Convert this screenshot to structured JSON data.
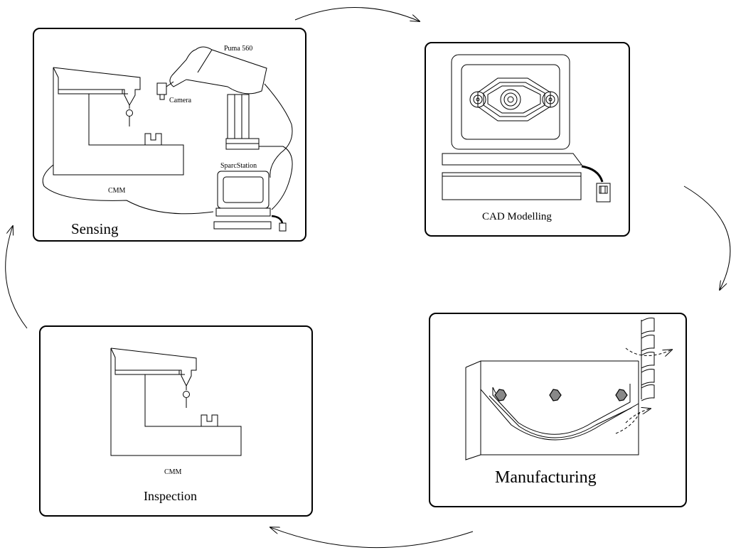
{
  "stages": {
    "sensing": {
      "caption": "Sensing",
      "labels": {
        "robot": "Puma 560",
        "camera": "Camera",
        "workstation": "SparcStation",
        "cmm": "CMM"
      }
    },
    "cad": {
      "caption": "CAD Modelling"
    },
    "manufacturing": {
      "caption": "Manufacturing"
    },
    "inspection": {
      "caption": "Inspection",
      "labels": {
        "cmm": "CMM"
      }
    }
  },
  "icons": [
    "cmm-machine-icon",
    "puma-robot-icon",
    "camera-icon",
    "workstation-icon",
    "cad-monitor-icon",
    "mouse-icon",
    "milling-cutter-icon",
    "hex-nut-icon",
    "flow-arrow-icon"
  ],
  "colors": {
    "stroke": "#000000",
    "background": "#ffffff",
    "nut_fill": "#888888"
  }
}
